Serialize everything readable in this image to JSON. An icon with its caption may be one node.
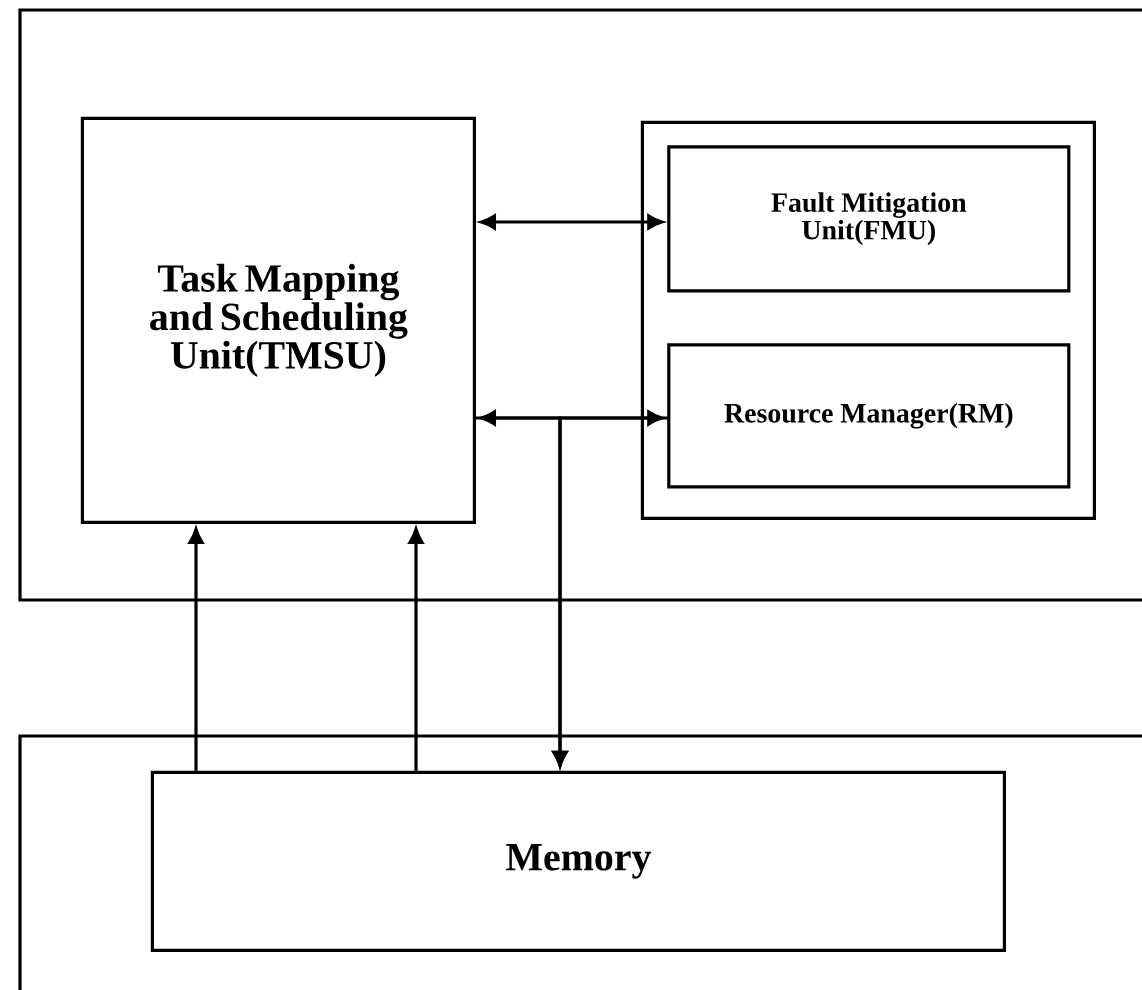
{
  "diagram": {
    "nodes": [
      {
        "text": [],
        "shape": "box"
      },
      {
        "text": [
          "Task Mapping and Scheduling Unit(TMSU)"
        ],
        "in": 0
      },
      {
        "text": [],
        "shape": "box",
        "in": 0
      },
      {
        "text": [
          "Fault Mitigation Unit(FMU)"
        ],
        "in": 2
      },
      {
        "text": [
          "Resource Manager(RM)"
        ],
        "in": 2
      },
      {
        "text": [],
        "shape": "box"
      },
      {
        "text": [
          "Memory"
        ],
        "in": 5
      }
    ],
    "edges": [
      {
        "from": 1,
        "to": 3,
        "arrow": "both"
      },
      {
        "from": 1,
        "to": 4,
        "arrow": "both"
      },
      {
        "from": 1,
        "to": 6,
        "arrow": "to"
      },
      {
        "from": 4,
        "to": 6,
        "arrow": "to"
      },
      {
        "from": 6,
        "to": 1,
        "arrow": "to"
      },
      {
        "from": 6,
        "to": 1,
        "arrow": "to"
      }
    ]
  }
}
